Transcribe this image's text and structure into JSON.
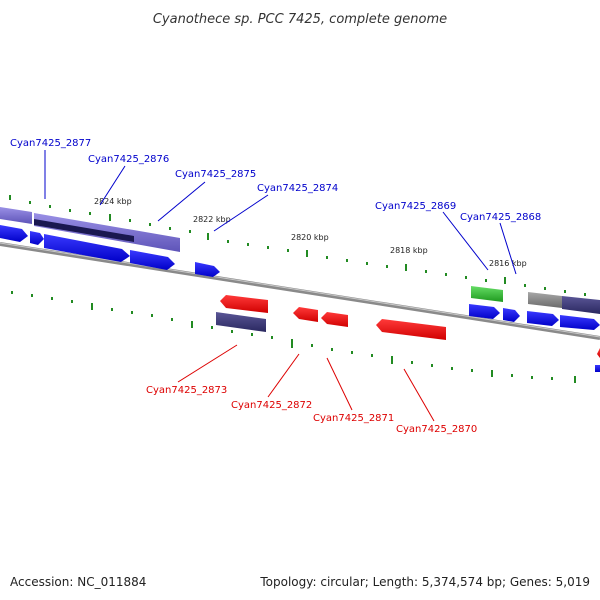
{
  "title": "Cyanothece sp. PCC 7425, complete genome",
  "footer": {
    "accession": "Accession: NC_011884",
    "summary": "Topology: circular; Length: 5,374,574 bp; Genes: 5,019"
  },
  "colors": {
    "forward": "#0000ff",
    "reverse": "#ff0000",
    "label_forward": "#0000cc",
    "label_reverse": "#dd0000",
    "ticks": "#228b22",
    "backbone": "#8a8a8a",
    "cds_purple": "#7b6fd0",
    "cds_navy": "#3d3a78",
    "cds_green": "#33bb33",
    "cds_gray": "#8c8c8c"
  },
  "tick_labels": [
    "2824 kbp",
    "2822 kbp",
    "2820 kbp",
    "2818 kbp",
    "2816 kbp"
  ],
  "labels_forward": [
    "Cyan7425_2877",
    "Cyan7425_2876",
    "Cyan7425_2875",
    "Cyan7425_2874",
    "Cyan7425_2869",
    "Cyan7425_2868"
  ],
  "labels_reverse": [
    "Cyan7425_2873",
    "Cyan7425_2872",
    "Cyan7425_2871",
    "Cyan7425_2870"
  ]
}
